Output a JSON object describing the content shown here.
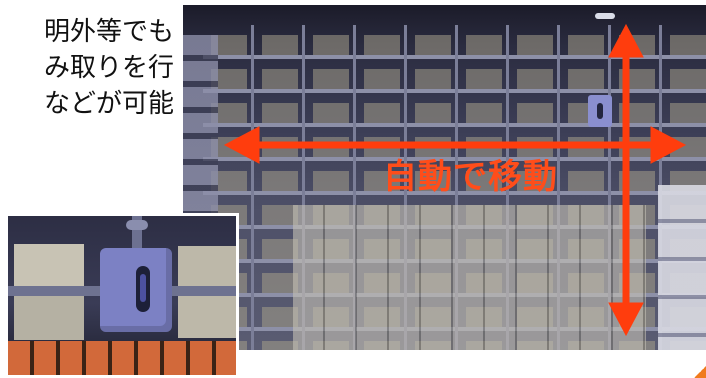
{
  "description_text": {
    "lines": [
      "明外等でも",
      "み取りを行",
      "などが可能"
    ]
  },
  "overlay": {
    "label": "自動で移動",
    "arrow_color": "#ff3d0d",
    "label_color": "#ff4d1a"
  },
  "carrier_glyph": "0"
}
